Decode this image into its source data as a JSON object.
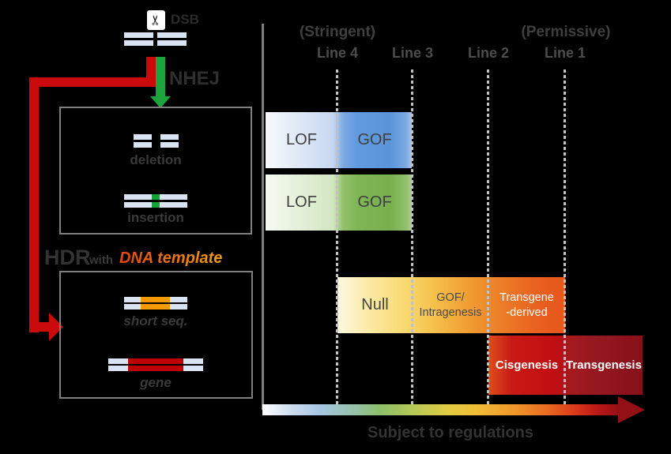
{
  "left_panel": {
    "dsb_label": "DSB",
    "scissors_icon": "✂",
    "nhej_label": "NHEJ",
    "hdr_label": "HDR",
    "hdr_with": "with",
    "hdr_template": "DNA template",
    "deletion_label": "deletion",
    "insertion_label": "insertion",
    "short_seq_label": "short seq.",
    "gene_label": "gene"
  },
  "right_panel": {
    "stringent": "(Stringent)",
    "permissive": "(Permissive)",
    "lines": [
      "Line 4",
      "Line 3",
      "Line 2",
      "Line 1"
    ],
    "bands": {
      "blue": {
        "lof": "LOF",
        "gof": "GOF"
      },
      "green": {
        "lof": "LOF",
        "gof": "GOF"
      },
      "orange": {
        "null": "Null",
        "mid1": "GOF/",
        "mid2": "Intragenesis",
        "right1": "Transgene",
        "right2": "-derived"
      },
      "red": {
        "cis": "Cisgenesis",
        "trans": "Transgenesis"
      }
    },
    "axis_label": "Subject to regulations"
  },
  "colors": {
    "background": "#000000",
    "dna_strand": "#d9e3f2",
    "nhej_arrow_green": "#1ba33c",
    "hdr_arrow_red": "#cb0b0b",
    "insert_green": "#17a238",
    "insert_orange": "#f59b00",
    "insert_red": "#c00000",
    "band_blue_dark": "#5b94d9",
    "band_green_dark": "#77b04d",
    "band_orange_dark": "#e8601f",
    "band_red_bright": "#c00e12",
    "band_red_dark": "#871019",
    "template_text_orange": "#ee660e",
    "box_border_gray": "#7f7f7f",
    "dotted_line_gray": "#c2c2c2"
  }
}
